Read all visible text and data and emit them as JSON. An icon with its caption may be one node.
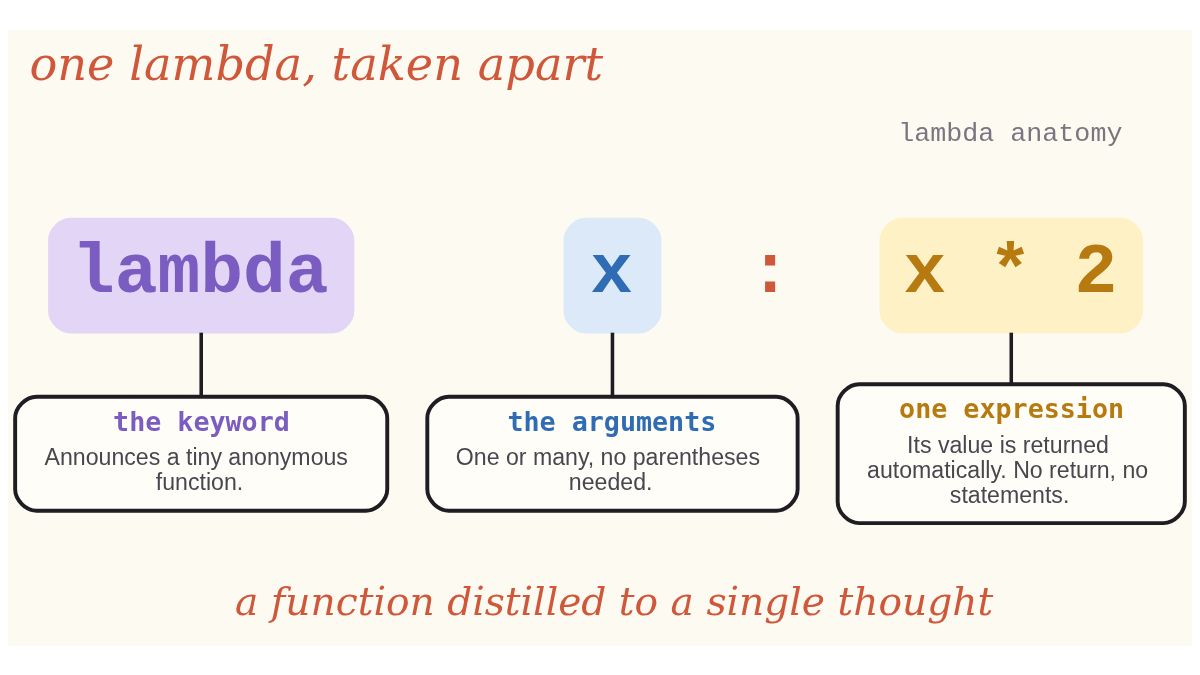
{
  "diagram": {
    "title": "one lambda, taken apart",
    "caption": "a function distilled to a single thought",
    "nodes": [
      {
        "text": [
          "lambda"
        ]
      },
      {
        "text": [
          "x"
        ]
      },
      {
        "text": [
          "x * 2"
        ]
      },
      {
        "text": [
          "the keyword",
          "Announces a tiny anonymous function."
        ]
      },
      {
        "text": [
          "the arguments",
          "One or many, no parentheses needed."
        ]
      },
      {
        "text": [
          "one expression",
          "Its value is returned automatically. No return, no statements."
        ]
      }
    ],
    "edges": [
      {
        "from": 0,
        "to": 3,
        "arrow": "none"
      },
      {
        "from": 1,
        "to": 4,
        "arrow": "none"
      },
      {
        "from": 2,
        "to": 5,
        "arrow": "none"
      }
    ],
    "labels": [
      "lambda anatomy",
      ":"
    ]
  }
}
